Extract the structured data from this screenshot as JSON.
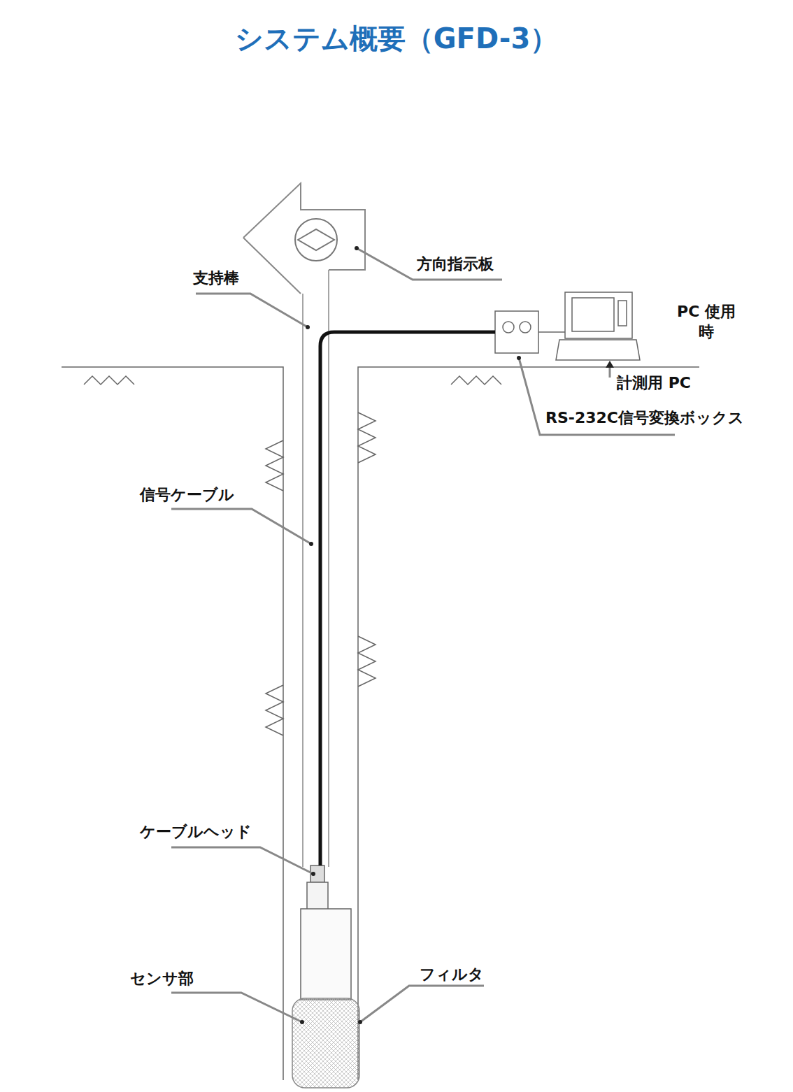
{
  "diagram": {
    "title": "システム概要（GFD-3）",
    "labels": [
      "方向指示板",
      "支持棒",
      "PC 使用時",
      "計測用 PC",
      "RS-232C信号変換ボックス",
      "信号ケーブル",
      "ケーブルヘッド",
      "センサ部",
      "フィルタ"
    ]
  }
}
